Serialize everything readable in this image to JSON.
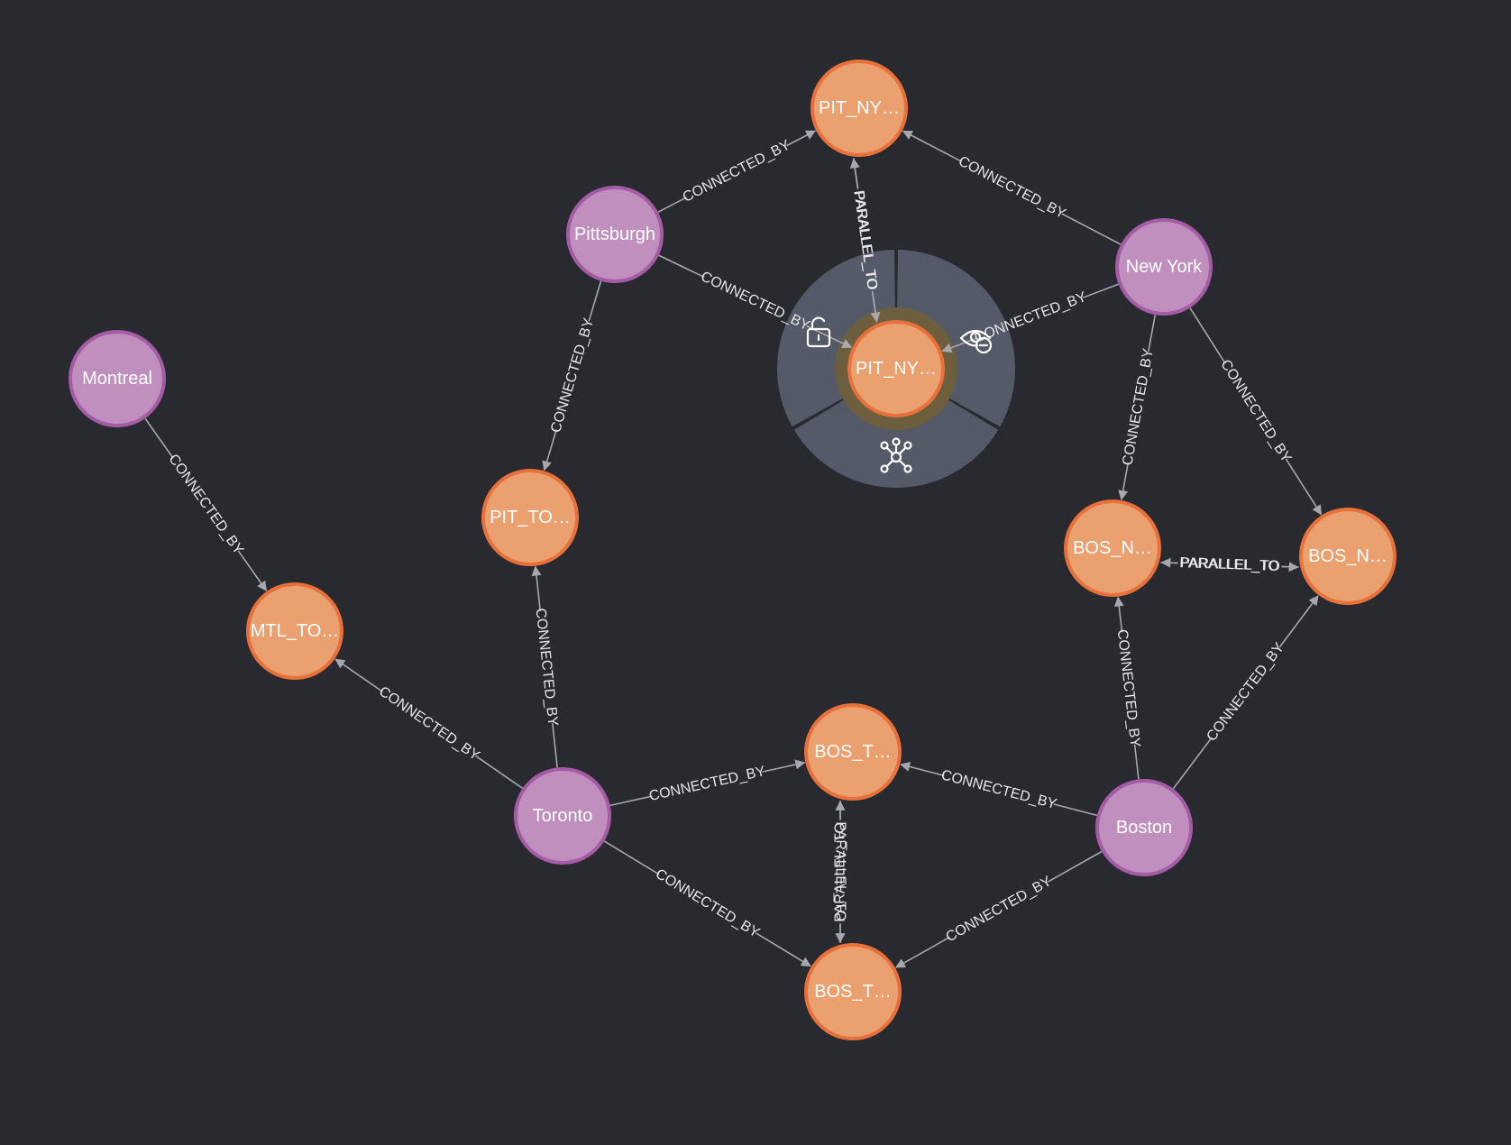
{
  "colors": {
    "background": "#292a30",
    "city_fill": "#c08fbe",
    "city_stroke": "#a45ca5",
    "connection_fill": "#eba070",
    "connection_stroke": "#e8703a",
    "edge": "#a6a8ad",
    "ring": "#555a68",
    "selection_halo": "#6d5e3e"
  },
  "nodes": [
    {
      "id": "pit_ny_a",
      "type": "connection",
      "label": "PIT_NY…"
    },
    {
      "id": "pit_ny_b",
      "type": "connection",
      "label": "PIT_NY…",
      "selected": true
    },
    {
      "id": "pittsburgh",
      "type": "city",
      "label": "Pittsburgh"
    },
    {
      "id": "new_york",
      "type": "city",
      "label": "New York"
    },
    {
      "id": "montreal",
      "type": "city",
      "label": "Montreal"
    },
    {
      "id": "pit_to",
      "type": "connection",
      "label": "PIT_TO…"
    },
    {
      "id": "mtl_to",
      "type": "connection",
      "label": "MTL_TO…"
    },
    {
      "id": "bos_n_a",
      "type": "connection",
      "label": "BOS_N…"
    },
    {
      "id": "bos_n_b",
      "type": "connection",
      "label": "BOS_N…"
    },
    {
      "id": "bos_t_a",
      "type": "connection",
      "label": "BOS_T…"
    },
    {
      "id": "bos_t_b",
      "type": "connection",
      "label": "BOS_T…"
    },
    {
      "id": "toronto",
      "type": "city",
      "label": "Toronto"
    },
    {
      "id": "boston",
      "type": "city",
      "label": "Boston"
    }
  ],
  "edges": [
    {
      "from": "pittsburgh",
      "to": "pit_ny_a",
      "label": "CONNECTED_BY"
    },
    {
      "from": "new_york",
      "to": "pit_ny_a",
      "label": "CONNECTED_BY"
    },
    {
      "from": "pittsburgh",
      "to": "pit_ny_b",
      "label": "CONNECTED_BY"
    },
    {
      "from": "new_york",
      "to": "pit_ny_b",
      "label": "CONNECTED_BY"
    },
    {
      "from": "pit_ny_a",
      "to": "pit_ny_b",
      "label": "PARALLEL_TO"
    },
    {
      "from": "pit_ny_b",
      "to": "pit_ny_a",
      "label": "PARALLEL_TO"
    },
    {
      "from": "pittsburgh",
      "to": "pit_to",
      "label": "CONNECTED_BY"
    },
    {
      "from": "toronto",
      "to": "pit_to",
      "label": "CONNECTED_BY"
    },
    {
      "from": "montreal",
      "to": "mtl_to",
      "label": "CONNECTED_BY"
    },
    {
      "from": "toronto",
      "to": "mtl_to",
      "label": "CONNECTED_BY"
    },
    {
      "from": "new_york",
      "to": "bos_n_a",
      "label": "CONNECTED_BY"
    },
    {
      "from": "new_york",
      "to": "bos_n_b",
      "label": "CONNECTED_BY"
    },
    {
      "from": "bos_n_b",
      "to": "bos_n_a",
      "label": "PARALLEL_TO"
    },
    {
      "from": "bos_n_a",
      "to": "bos_n_b",
      "label": "PARALLEL_TO"
    },
    {
      "from": "boston",
      "to": "bos_n_a",
      "label": "CONNECTED_BY"
    },
    {
      "from": "boston",
      "to": "bos_n_b",
      "label": "CONNECTED_BY"
    },
    {
      "from": "toronto",
      "to": "bos_t_a",
      "label": "CONNECTED_BY"
    },
    {
      "from": "boston",
      "to": "bos_t_a",
      "label": "CONNECTED_BY"
    },
    {
      "from": "toronto",
      "to": "bos_t_b",
      "label": "CONNECTED_BY"
    },
    {
      "from": "boston",
      "to": "bos_t_b",
      "label": "CONNECTED_BY"
    },
    {
      "from": "bos_t_a",
      "to": "bos_t_b",
      "label": "PARALLEL_TO"
    },
    {
      "from": "bos_t_b",
      "to": "bos_t_a",
      "label": "PARALLEL_TO"
    }
  ],
  "context_menu": {
    "target": "pit_ny_b",
    "actions": [
      {
        "name": "unlock",
        "icon": "unlock-icon"
      },
      {
        "name": "dismiss",
        "icon": "hide-icon"
      },
      {
        "name": "expand",
        "icon": "expand-graph-icon"
      }
    ]
  }
}
